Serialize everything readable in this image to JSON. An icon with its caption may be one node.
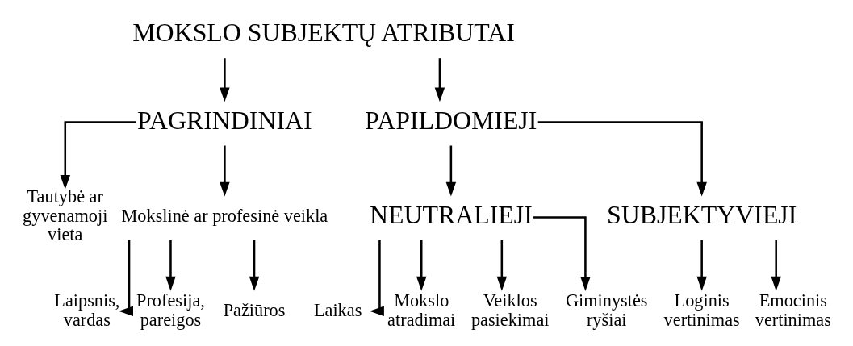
{
  "diagram": {
    "nodes": [
      {
        "text": [
          "MOKSLO SUBJEKTŲ ATRIBUTAI"
        ]
      },
      {
        "text": [
          "PAGRINDINIAI"
        ]
      },
      {
        "text": [
          "PAPILDOMIEJI"
        ]
      },
      {
        "text": [
          "Tautybė ar gyvenamoji vieta"
        ]
      },
      {
        "text": [
          "Mokslinė ar profesinė veikla"
        ]
      },
      {
        "text": [
          "NEUTRALIEJI"
        ]
      },
      {
        "text": [
          "SUBJEKTYVIEJI"
        ]
      },
      {
        "text": [
          "Laipsnis, vardas"
        ]
      },
      {
        "text": [
          "Profesija, pareigos"
        ]
      },
      {
        "text": [
          "Pažiūros"
        ]
      },
      {
        "text": [
          "Laikas"
        ]
      },
      {
        "text": [
          "Mokslo atradimai"
        ]
      },
      {
        "text": [
          "Veiklos pasiekimai"
        ]
      },
      {
        "text": [
          "Giminystės ryšiai"
        ]
      },
      {
        "text": [
          "Loginis vertinimas"
        ]
      },
      {
        "text": [
          "Emocinis vertinimas"
        ]
      }
    ],
    "edges": [
      {
        "from": 0,
        "to": 1,
        "arrow": "to"
      },
      {
        "from": 0,
        "to": 2,
        "arrow": "to"
      },
      {
        "from": 1,
        "to": 3,
        "arrow": "to"
      },
      {
        "from": 1,
        "to": 4,
        "arrow": "to"
      },
      {
        "from": 2,
        "to": 5,
        "arrow": "to"
      },
      {
        "from": 2,
        "to": 6,
        "arrow": "to"
      },
      {
        "from": 4,
        "to": 7,
        "arrow": "to"
      },
      {
        "from": 4,
        "to": 8,
        "arrow": "to"
      },
      {
        "from": 4,
        "to": 9,
        "arrow": "to"
      },
      {
        "from": 5,
        "to": 10,
        "arrow": "to"
      },
      {
        "from": 5,
        "to": 11,
        "arrow": "to"
      },
      {
        "from": 5,
        "to": 12,
        "arrow": "to"
      },
      {
        "from": 5,
        "to": 13,
        "arrow": "to"
      },
      {
        "from": 6,
        "to": 14,
        "arrow": "to"
      },
      {
        "from": 6,
        "to": 15,
        "arrow": "to"
      }
    ]
  }
}
